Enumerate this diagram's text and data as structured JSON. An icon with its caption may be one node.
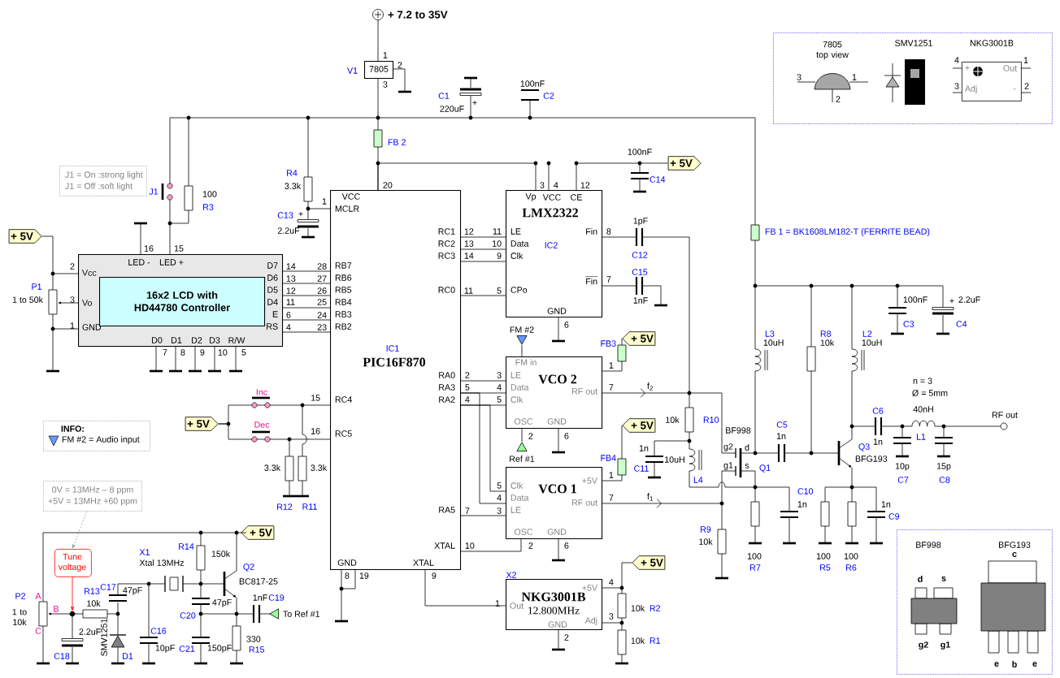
{
  "diagram": {
    "nodes": [
      {
        "text": [
          "7805 top view",
          "SMV1251",
          "NKG3001B"
        ]
      },
      {
        "text": [
          "+",
          "Out",
          "Adj",
          "-"
        ],
        "in": 0
      },
      {
        "text": [
          "7805"
        ]
      },
      {
        "text": [
          "J1 = On :strong light",
          "J1 = Off :soft light"
        ]
      },
      {
        "text": [
          "+ 5V"
        ]
      },
      {
        "text": [
          "LED -",
          "LED +",
          "D7",
          "Vcc",
          "D6",
          "D5",
          "Vo",
          "D4",
          "E",
          "GND",
          "RS",
          "D0",
          "D1",
          "D2",
          "D3",
          "R/W"
        ]
      },
      {
        "text": [
          "16x2 LCD with HD44780 Controller"
        ],
        "in": 5
      },
      {
        "text": [
          "VCC",
          "MCLR",
          "RC1",
          "RC2",
          "RC3",
          "RB7",
          "RB6",
          "RB5",
          "RC0",
          "RB4",
          "RB3",
          "RB2",
          "IC1",
          "PIC16F870",
          "RA0",
          "RA3",
          "RC4",
          "RA2",
          "RC5",
          "RA5",
          "XTAL",
          "GND",
          "XTAL"
        ]
      },
      {
        "text": [
          "Vp",
          "VCC",
          "CE",
          "LMX2322",
          "LE",
          "Fin",
          "Data",
          "IC2",
          "Clk",
          "Fin",
          "CPo",
          "GND"
        ]
      },
      {
        "text": [
          "+ 5V"
        ]
      },
      {
        "text": [
          "+ 5V"
        ]
      },
      {
        "text": [
          "FM in",
          "LE",
          "VCO 2",
          "Data",
          "RF out",
          "Clk",
          "OSC",
          "GND"
        ]
      },
      {
        "text": [
          "+ 5V"
        ]
      },
      {
        "text": [
          "Clk",
          "VCO 1",
          "+5V",
          "Data",
          "RF out",
          "LE",
          "OSC",
          "GND"
        ]
      },
      {
        "text": [
          "INFO:",
          "FM #2 = Audio input"
        ]
      },
      {
        "text": [
          "+ 5V"
        ]
      },
      {
        "text": [
          "0V = 13MHz – 8 ppm",
          "+5V = 13MHz +60 ppm"
        ]
      },
      {
        "text": [
          "+ 5V"
        ]
      },
      {
        "text": [
          "Tune voltage"
        ]
      },
      {
        "text": [
          "+ 5V"
        ]
      },
      {
        "text": [
          "+5V",
          "NKG3001B",
          "Out",
          "12.800MHz",
          "GND",
          "Adj"
        ]
      },
      {
        "text": [
          "BF998",
          "BFG193",
          "c",
          "d",
          "s",
          "g2",
          "g1",
          "e",
          "b",
          "e"
        ]
      },
      {
        "text": [],
        "shape": "triangle",
        "beside": [
          "FM #2"
        ]
      },
      {
        "text": [],
        "shape": "triangle",
        "beside": [
          "Ref #1"
        ]
      },
      {
        "text": [],
        "shape": "triangle",
        "beside": [
          "To Ref #1"
        ]
      },
      {
        "text": [],
        "shape": "circle",
        "beside": [
          "RF out"
        ]
      },
      {
        "text": [],
        "shape": "circle",
        "beside": [
          "+ 7.2 to 35V"
        ]
      },
      {
        "text": [],
        "shape": "circle"
      }
    ],
    "edges": [
      {
        "from": 26,
        "to": 2,
        "arrow": "none"
      },
      {
        "from": 2,
        "to": 7,
        "arrow": "none"
      },
      {
        "from": 7,
        "to": 8,
        "arrow": "none"
      },
      {
        "from": 8,
        "to": 9,
        "arrow": "none"
      },
      {
        "from": 4,
        "to": 5,
        "arrow": "none"
      },
      {
        "from": 5,
        "to": 7,
        "arrow": "none"
      },
      {
        "from": 5,
        "to": 7,
        "arrow": "none"
      },
      {
        "from": 5,
        "to": 7,
        "arrow": "none"
      },
      {
        "from": 5,
        "to": 7,
        "arrow": "none"
      },
      {
        "from": 5,
        "to": 7,
        "arrow": "none"
      },
      {
        "from": 5,
        "to": 7,
        "arrow": "none"
      },
      {
        "from": 7,
        "to": 8,
        "arrow": "none"
      },
      {
        "from": 7,
        "to": 8,
        "arrow": "none"
      },
      {
        "from": 7,
        "to": 8,
        "arrow": "none"
      },
      {
        "from": 7,
        "to": 8,
        "arrow": "none"
      },
      {
        "from": 22,
        "to": 11,
        "arrow": "none"
      },
      {
        "from": 10,
        "to": 11,
        "arrow": "none"
      },
      {
        "from": 7,
        "to": 11,
        "arrow": "none"
      },
      {
        "from": 7,
        "to": 11,
        "arrow": "none"
      },
      {
        "from": 7,
        "to": 13,
        "arrow": "none"
      },
      {
        "from": 7,
        "to": 11,
        "arrow": "none"
      },
      {
        "from": 7,
        "to": 13,
        "arrow": "none"
      },
      {
        "from": 11,
        "to": 23,
        "arrow": "none"
      },
      {
        "from": 12,
        "to": 13,
        "arrow": "none"
      },
      {
        "from": 7,
        "to": 13,
        "arrow": "none"
      },
      {
        "from": 7,
        "to": 13,
        "arrow": "none"
      },
      {
        "from": 15,
        "to": 7,
        "arrow": "none"
      },
      {
        "from": 15,
        "to": 7,
        "arrow": "none"
      },
      {
        "from": 7,
        "to": 20,
        "arrow": "none"
      },
      {
        "from": 19,
        "to": 20,
        "arrow": "none"
      },
      {
        "from": 16,
        "to": 18,
        "arrow": "to",
        "style": "dashed",
        "color": "#999999"
      },
      {
        "from": 18,
        "to": 27,
        "arrow": "to",
        "color": "#ff0000"
      }
    ],
    "labels": [
      "1",
      "4",
      "1",
      "2",
      "V1",
      "3",
      "1",
      "3",
      "100nF",
      "3",
      "2",
      "C1",
      "C2",
      "2",
      "+",
      "220uF",
      "FB 2",
      "100nF",
      "R4",
      "C14",
      "3.3k",
      "20",
      "3",
      "4",
      "12",
      "J1",
      "100",
      "1",
      "R3",
      "C13",
      "+",
      "1pF",
      "2.2uF",
      "12",
      "11",
      "8",
      "FB 1 = BK1608LM182-T (FERRITE BEAD)",
      "13",
      "10",
      "16",
      "15",
      "14",
      "9",
      "C12",
      "2",
      "14",
      "28",
      "C15",
      "13",
      "27",
      "7",
      "P1",
      "12",
      "26",
      "11",
      "5",
      "1 to 50k",
      "3",
      "11",
      "25",
      "1nF",
      "100nF",
      "+",
      "2.2uF",
      "6",
      "24",
      "1",
      "4",
      "23",
      "6",
      "C3",
      "C4",
      "L3",
      "R8",
      "L2",
      "FB3",
      "10uH",
      "10k",
      "10uH",
      "7",
      "8",
      "9",
      "10",
      "5",
      "1",
      "2",
      "3",
      "n = 3",
      "5",
      "4",
      "7",
      "f$_{2}$",
      "Inc",
      "Ø = 5mm",
      "15",
      "4",
      "5",
      "C6",
      "40nH",
      "10k",
      "R10",
      "Dec",
      "C5",
      "16",
      "BF998",
      "2",
      "6",
      "1n",
      "L1",
      "1n",
      "1n",
      "g2",
      "d",
      "Q3",
      "FB4",
      "10uH",
      "BFG193",
      "3.3k",
      "3.3k",
      "C11",
      "g1",
      "s",
      "Q1",
      "10p",
      "15p",
      "1",
      "L4",
      "C7",
      "C8",
      "5",
      "C10",
      "4",
      "7",
      "f$_{1}$",
      "R12",
      "R11",
      "1n",
      "1n",
      "7",
      "3",
      "C9",
      "R9",
      "10k",
      "R14",
      "10",
      "2",
      "6",
      "X1",
      "150k",
      "100",
      "100",
      "100",
      "Xtal 13MHz",
      "Q2",
      "R7",
      "R5",
      "R6",
      "8",
      "19",
      "9",
      "X2",
      "BC817-25",
      "4",
      "C17",
      "R13",
      "47pF",
      "P2",
      "A",
      "1nF",
      "C19",
      "10k",
      "47pF",
      "1",
      "B",
      "10k",
      "R2",
      "1 to 10k",
      "C20",
      "3",
      "C",
      "2.2uF",
      "C16",
      "SMV1251",
      "330",
      "2",
      "10k",
      "R1",
      "10pF",
      "C21",
      "150pF",
      "R15",
      "C18",
      "D1"
    ]
  }
}
